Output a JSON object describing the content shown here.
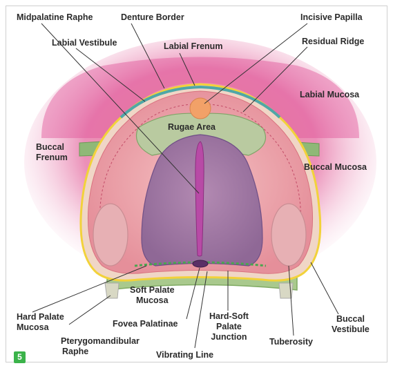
{
  "figure_number": "5",
  "labels": {
    "midpalatine_raphe": "Midpalatine Raphe",
    "denture_border": "Denture Border",
    "incisive_papilla": "Incisive Papilla",
    "labial_vestibule": "Labial Vestibule",
    "labial_frenum": "Labial Frenum",
    "residual_ridge": "Residual Ridge",
    "labial_mucosa": "Labial Mucosa",
    "rugae_area": "Rugae Area",
    "buccal_frenum_line1": "Buccal",
    "buccal_frenum_line2": "Frenum",
    "buccal_mucosa": "Buccal Mucosa",
    "soft_palate_mucosa_line1": "Soft Palate",
    "soft_palate_mucosa_line2": "Mucosa",
    "hard_palate_mucosa_line1": "Hard Palate",
    "hard_palate_mucosa_line2": "Mucosa",
    "fovea_palatinae": "Fovea Palatinae",
    "hard_soft_junction_line1": "Hard-Soft",
    "hard_soft_junction_line2": "Palate",
    "hard_soft_junction_line3": "Junction",
    "buccal_vestibule_line1": "Buccal",
    "buccal_vestibule_line2": "Vestibule",
    "pterygomandibular_line1": "Pterygomandibular",
    "pterygomandibular_line2": "Raphe",
    "tuberosity": "Tuberosity",
    "vibrating_line": "Vibrating Line"
  },
  "colors": {
    "mucosa_pink": "#e46aa0",
    "ridge_pink": "#eda3ad",
    "palate_purple": "#9a6e9e",
    "rugae_green": "#b9caa0",
    "frenum_green": "#8fb877",
    "papilla_orange": "#f2a168",
    "border_yellow": "#f2d23a",
    "vestibule_teal": "#4fa7a7",
    "raphe_magenta": "#b84aa6",
    "badge_green": "#3bb34a"
  }
}
